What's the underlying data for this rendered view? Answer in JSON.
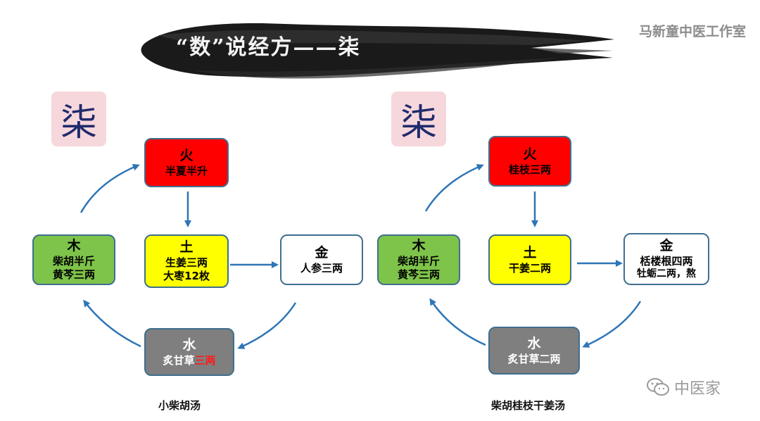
{
  "header": {
    "title": "“数”说经方——柒",
    "studio": "马新童中医工作室"
  },
  "left": {
    "seven": "柒",
    "fire": {
      "element": "火",
      "line1": "半夏半升"
    },
    "earth": {
      "element": "土",
      "line1": "生姜三两",
      "line2": "大枣12枚"
    },
    "wood": {
      "element": "木",
      "line1": "柴胡半斤",
      "line2": "黄芩三两"
    },
    "metal": {
      "element": "金",
      "line1": "人参三两"
    },
    "water": {
      "element": "水",
      "line1_prefix": "炙甘草",
      "line1_highlight": "三两"
    },
    "caption": "小柴胡汤"
  },
  "right": {
    "seven": "柒",
    "fire": {
      "element": "火",
      "line1": "桂枝三两"
    },
    "earth": {
      "element": "土",
      "line1": "干姜二两"
    },
    "wood": {
      "element": "木",
      "line1": "柴胡半斤",
      "line2": "黄芩三两"
    },
    "metal": {
      "element": "金",
      "line1": "栝楼根四两",
      "line2": "牡蛎二两，熬"
    },
    "water": {
      "element": "水",
      "line1": "炙甘草二两"
    },
    "caption": "柴胡桂枝干姜汤"
  },
  "watermark": {
    "text": "中医家",
    "icon": "wechat-icon"
  },
  "colors": {
    "fire": "#ff0000",
    "earth": "#ffff00",
    "wood": "#7ec34a",
    "metal": "#ffffff",
    "water": "#7f7f7f",
    "arrow": "#2e75b6",
    "seven_bg": "#f6d7dc",
    "seven_text": "#1f2a6b",
    "highlight": "#ff1a1a"
  }
}
